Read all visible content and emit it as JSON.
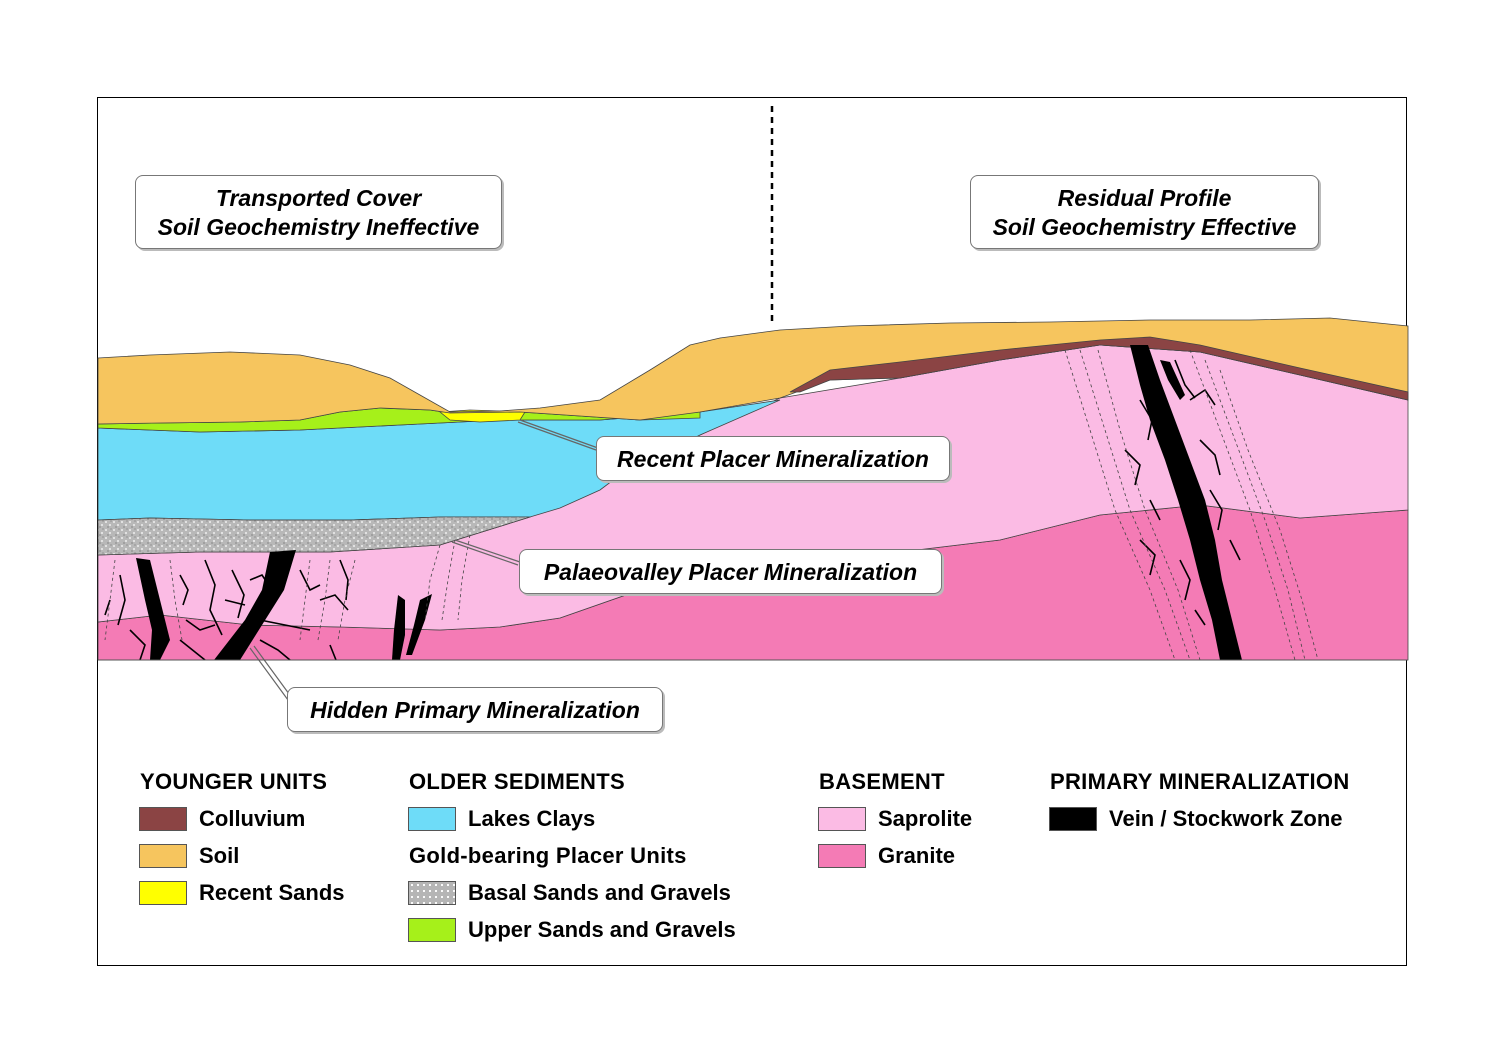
{
  "callouts": {
    "transported": {
      "line1": "Transported Cover",
      "line2": "Soil Geochemistry Ineffective"
    },
    "residual": {
      "line1": "Residual Profile",
      "line2": "Soil Geochemistry Effective"
    },
    "recent_placer": "Recent Placer Mineralization",
    "palaeovalley_placer": "Palaeovalley Placer Mineralization",
    "hidden_primary": "Hidden Primary Mineralization"
  },
  "legend": {
    "younger_units": {
      "heading": "YOUNGER UNITS",
      "items": [
        {
          "label": "Colluvium",
          "color": "#8b4444"
        },
        {
          "label": "Soil",
          "color": "#f6c55e"
        },
        {
          "label": "Recent Sands",
          "color": "#ffff00"
        }
      ]
    },
    "older_sediments": {
      "heading": "OLDER SEDIMENTS",
      "items": [
        {
          "label": "Lakes Clays",
          "color": "#6edcf8"
        }
      ],
      "subheading": "Gold-bearing Placer Units",
      "placer_items": [
        {
          "label": "Basal Sands and Gravels",
          "color": "#b5b5b5"
        },
        {
          "label": "Upper Sands and Gravels",
          "color": "#a6f01a"
        }
      ]
    },
    "basement": {
      "heading": "BASEMENT",
      "items": [
        {
          "label": "Saprolite",
          "color": "#fbbbe4"
        },
        {
          "label": "Granite",
          "color": "#f47bb5"
        }
      ]
    },
    "primary_mineralization": {
      "heading": "PRIMARY MINERALIZATION",
      "items": [
        {
          "label": "Vein / Stockwork Zone",
          "color": "#000000"
        }
      ]
    }
  }
}
